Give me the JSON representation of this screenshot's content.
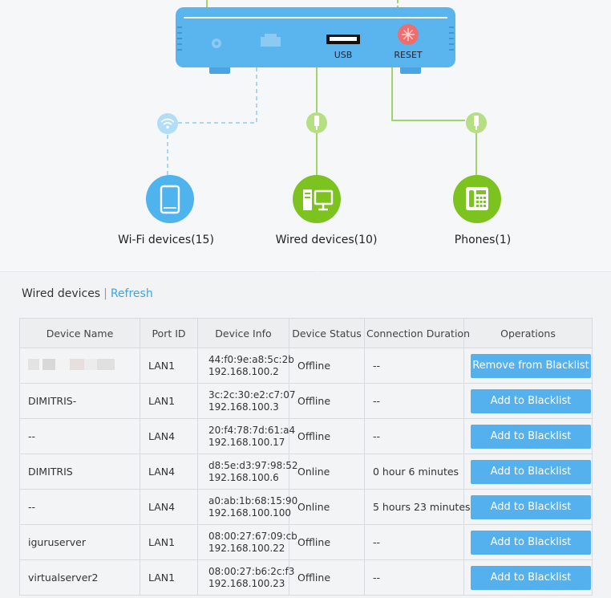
{
  "router": {
    "usb_label": "USB",
    "reset_label": "RESET"
  },
  "topology": {
    "wifi": {
      "label": "Wi-Fi devices(15)",
      "icon": "tablet-icon",
      "color": "#4fb3ee"
    },
    "wired": {
      "label": "Wired devices(10)",
      "icon": "computer-icon",
      "color": "#7cc320"
    },
    "phones": {
      "label": "Phones(1)",
      "icon": "telephone-icon",
      "color": "#7cc320"
    }
  },
  "section": {
    "title": "Wired devices",
    "separator": "|",
    "refresh_label": "Refresh"
  },
  "table": {
    "columns": [
      "Device Name",
      "Port ID",
      "Device Info",
      "Device Status",
      "Connection Duration",
      "Operations"
    ],
    "rows": [
      {
        "name": "",
        "name_redacted": true,
        "port": "LAN1",
        "mac": "44:f0:9e:a8:5c:2b",
        "ip": "192.168.100.2",
        "status": "Offline",
        "duration": "--",
        "action": "Remove from Blacklist"
      },
      {
        "name": "DIMITRIS-",
        "port": "LAN1",
        "mac": "3c:2c:30:e2:c7:07",
        "ip": "192.168.100.3",
        "status": "Offline",
        "duration": "--",
        "action": "Add to Blacklist"
      },
      {
        "name": "--",
        "port": "LAN4",
        "mac": "20:f4:78:7d:61:a4",
        "ip": "192.168.100.17",
        "status": "Offline",
        "duration": "--",
        "action": "Add to Blacklist"
      },
      {
        "name": "DIMITRIS",
        "port": "LAN4",
        "mac": "d8:5e:d3:97:98:52",
        "ip": "192.168.100.6",
        "status": "Online",
        "duration": "0 hour 6 minutes",
        "action": "Add to Blacklist"
      },
      {
        "name": "--",
        "port": "LAN4",
        "mac": "a0:ab:1b:68:15:90",
        "ip": "192.168.100.100",
        "status": "Online",
        "duration": "5 hours 23 minutes",
        "action": "Add to Blacklist"
      },
      {
        "name": "iguruserver",
        "port": "LAN1",
        "mac": "08:00:27:67:09:cb",
        "ip": "192.168.100.22",
        "status": "Offline",
        "duration": "--",
        "action": "Add to Blacklist"
      },
      {
        "name": "virtualserver2",
        "port": "LAN1",
        "mac": "08:00:27:b6:2c:f3",
        "ip": "192.168.100.23",
        "status": "Offline",
        "duration": "--",
        "action": "Add to Blacklist"
      }
    ]
  },
  "colors": {
    "accent": "#55b1ee",
    "link": "#3aa5e8",
    "green": "#7cc320",
    "router": "#5ab4ee"
  }
}
